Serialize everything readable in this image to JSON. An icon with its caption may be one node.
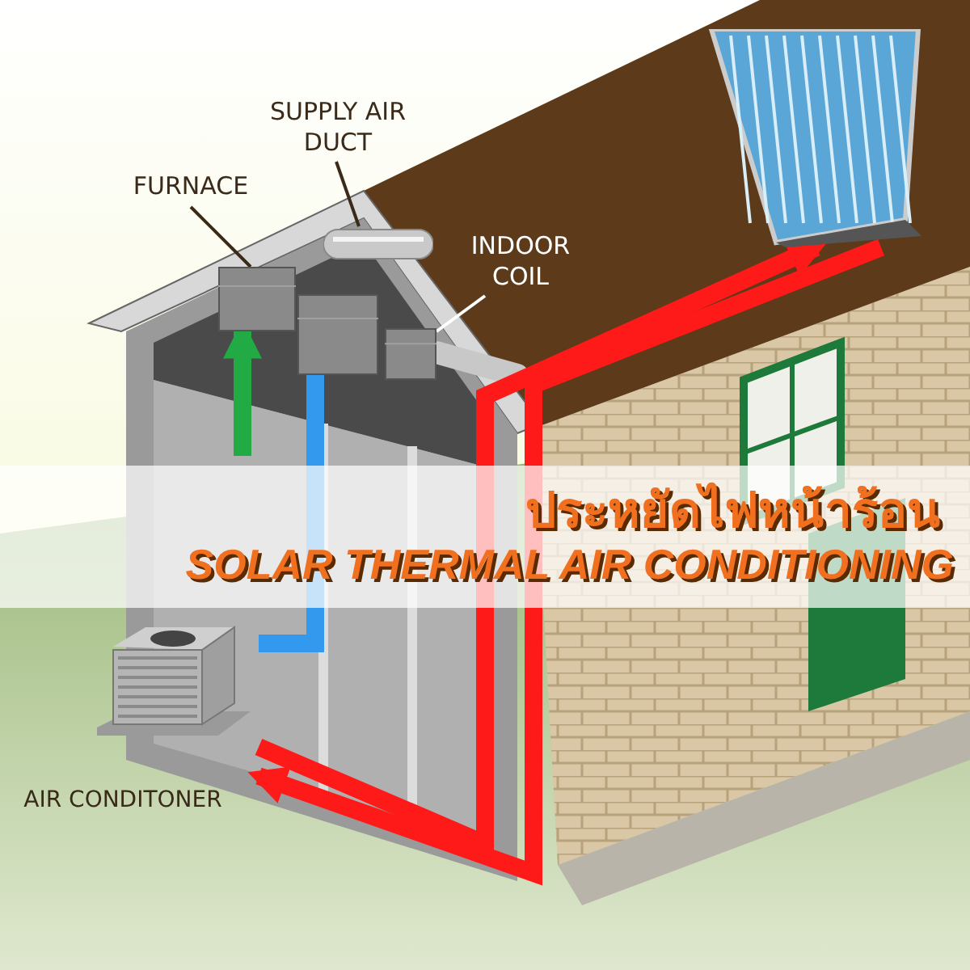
{
  "diagram": {
    "title": "ประหยัดไฟหน้าร้อน",
    "nodes": [
      {
        "text": [
          "FURNACE"
        ]
      },
      {
        "text": [
          "SUPPLY AIR DUCT"
        ]
      },
      {
        "text": [
          "INDOOR COIL"
        ]
      },
      {
        "text": [],
        "shape": "box"
      },
      {
        "text": [],
        "shape": "cylinder"
      },
      {
        "text": [],
        "shape": "box"
      },
      {
        "text": [
          "AIR CONDITONER"
        ]
      },
      {
        "text": [],
        "shape": "picture"
      },
      {
        "text": [],
        "shape": "box"
      }
    ],
    "edges": [
      {
        "from": 0,
        "to": 3,
        "arrow": "none"
      },
      {
        "from": 1,
        "to": 4,
        "arrow": "none"
      },
      {
        "from": 2,
        "to": 5,
        "arrow": "none",
        "color": "#ffffff"
      },
      {
        "from": 6,
        "to": 7,
        "arrow": "to",
        "color": "#ff1a1a"
      },
      {
        "from": 7,
        "to": 6,
        "arrow": "to",
        "color": "#ff1a1a"
      },
      {
        "from": 6,
        "to": 8,
        "arrow": "none",
        "color": "#3399ee"
      },
      {
        "from": null,
        "to": 3,
        "arrow": "to",
        "color": "#22aa44"
      }
    ],
    "labels": [
      "SOLAR THERMAL AIR CONDITIONING"
    ]
  }
}
